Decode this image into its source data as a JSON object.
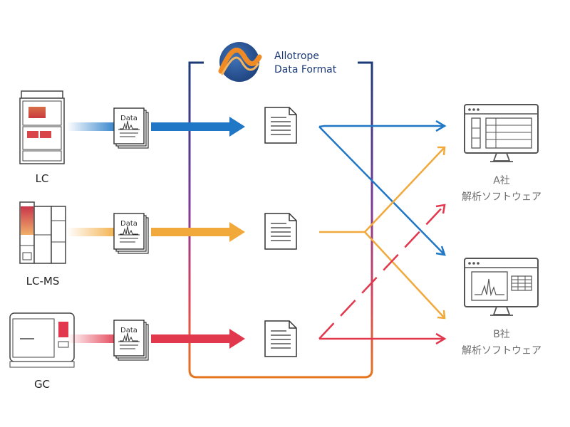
{
  "format": {
    "name_line1": "Allotrope",
    "name_line2": "Data Format"
  },
  "instruments": [
    {
      "label": "LC",
      "color": "#1f77c6"
    },
    {
      "label": "LC-MS",
      "color": "#f2a93b"
    },
    {
      "label": "GC",
      "color": "#e2384d"
    }
  ],
  "data_icon_text": "Data",
  "software": [
    {
      "line1": "A社",
      "line2": "解析ソフトウェア"
    },
    {
      "line1": "B社",
      "line2": "解析ソフトウェア"
    }
  ],
  "colors": {
    "blue": "#1f77c6",
    "orange": "#f2a93b",
    "red": "#e2384d",
    "navy": "#1d3a78",
    "purple": "#7b3b9a",
    "bracket_orange": "#e5751f",
    "gray": "#555555",
    "label_gray": "#6d6d6d"
  }
}
